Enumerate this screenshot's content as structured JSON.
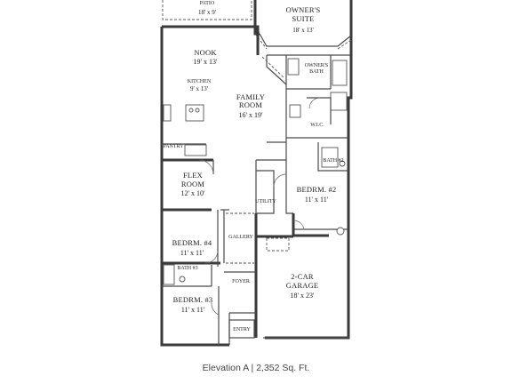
{
  "rooms": {
    "patio": {
      "name": "PATIO",
      "dim": "18' x 9'"
    },
    "owners_suite": {
      "name_line1": "OWNER'S",
      "name_line2": "SUITE",
      "dim": "18' x 13'"
    },
    "nook": {
      "name": "NOOK",
      "dim": "19' x 13'"
    },
    "owners_bath": {
      "name_line1": "OWNER'S",
      "name_line2": "BATH"
    },
    "kitchen": {
      "name": "KITCHEN",
      "dim": "9' x 13'"
    },
    "family_room": {
      "name_line1": "FAMILY",
      "name_line2": "ROOM",
      "dim": "16' x 19'"
    },
    "wic": {
      "name": "W.I.C."
    },
    "pantry": {
      "name": "PANTRY"
    },
    "bath2": {
      "name": "BATH #2"
    },
    "flex_room": {
      "name_line1": "FLEX",
      "name_line2": "ROOM",
      "dim": "12' x 10'"
    },
    "utility": {
      "name": "UTILITY"
    },
    "bedroom2": {
      "name": "BEDRM. #2",
      "dim": "11' x 11'"
    },
    "gallery": {
      "name": "GALLERY"
    },
    "bedroom4": {
      "name": "BEDRM. #4",
      "dim": "11' x 11'"
    },
    "bath3": {
      "name": "BATH #3"
    },
    "garage": {
      "name_line1": "2-CAR",
      "name_line2": "GARAGE",
      "dim": "18' x 23'"
    },
    "foyer": {
      "name": "FOYER"
    },
    "bedroom3": {
      "name": "BEDRM. #3",
      "dim": "11' x 11'"
    },
    "entry": {
      "name": "ENTRY"
    }
  },
  "caption": "Elevation A | 2,352 Sq. Ft."
}
